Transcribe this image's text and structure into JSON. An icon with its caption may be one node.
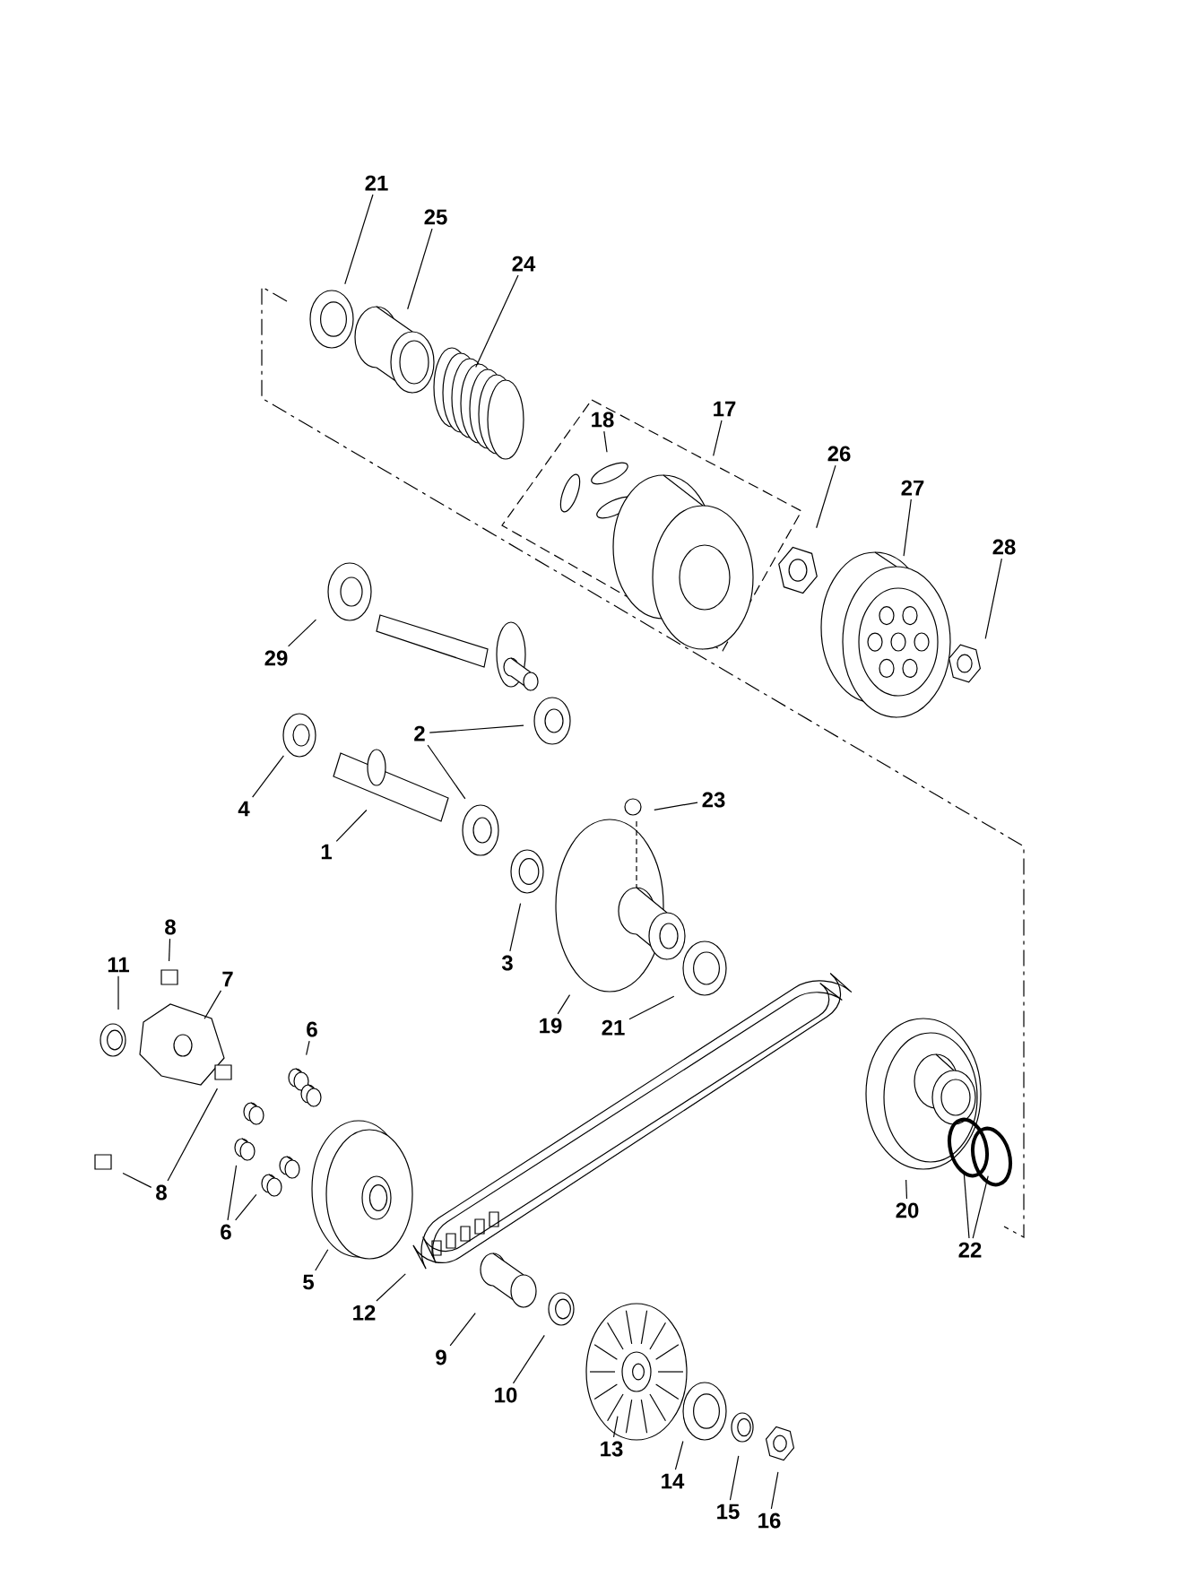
{
  "diagram": {
    "nodes": [
      {
        "text": [
          "21"
        ]
      },
      {
        "text": [
          "25"
        ]
      },
      {
        "text": [
          "24"
        ]
      },
      {
        "text": [
          "18"
        ]
      },
      {
        "text": [
          "17"
        ]
      },
      {
        "text": [
          "26"
        ]
      },
      {
        "text": [
          "27"
        ]
      },
      {
        "text": [
          "28"
        ]
      },
      {
        "text": [
          "29"
        ]
      },
      {
        "text": [
          "2"
        ]
      },
      {
        "text": [
          "4"
        ]
      },
      {
        "text": [
          "1"
        ]
      },
      {
        "text": [
          "23"
        ]
      },
      {
        "text": [
          "3"
        ]
      },
      {
        "text": [
          "19"
        ]
      },
      {
        "text": [
          "21"
        ]
      },
      {
        "text": [
          "8"
        ]
      },
      {
        "text": [
          "11"
        ]
      },
      {
        "text": [
          "7"
        ]
      },
      {
        "text": [
          "6"
        ]
      },
      {
        "text": [
          "8"
        ]
      },
      {
        "text": [
          "6"
        ]
      },
      {
        "text": [
          "5"
        ]
      },
      {
        "text": [
          "12"
        ]
      },
      {
        "text": [
          "9"
        ]
      },
      {
        "text": [
          "10"
        ]
      },
      {
        "text": [
          "13"
        ]
      },
      {
        "text": [
          "14"
        ]
      },
      {
        "text": [
          "15"
        ]
      },
      {
        "text": [
          "16"
        ]
      },
      {
        "text": [
          "20"
        ]
      },
      {
        "text": [
          "22"
        ]
      }
    ],
    "edges": [
      {
        "from": 0,
        "to": null,
        "arrow": "none"
      },
      {
        "from": 1,
        "to": null,
        "arrow": "none"
      },
      {
        "from": 2,
        "to": null,
        "arrow": "none"
      },
      {
        "from": 3,
        "to": null,
        "arrow": "none"
      },
      {
        "from": 4,
        "to": null,
        "arrow": "none"
      },
      {
        "from": 5,
        "to": null,
        "arrow": "none"
      },
      {
        "from": 6,
        "to": null,
        "arrow": "none"
      },
      {
        "from": 7,
        "to": null,
        "arrow": "none"
      },
      {
        "from": 8,
        "to": null,
        "arrow": "none"
      },
      {
        "from": 9,
        "to": null,
        "arrow": "none"
      },
      {
        "from": 9,
        "to": null,
        "arrow": "none"
      },
      {
        "from": 10,
        "to": null,
        "arrow": "none"
      },
      {
        "from": 11,
        "to": null,
        "arrow": "none"
      },
      {
        "from": 12,
        "to": null,
        "arrow": "none"
      },
      {
        "from": 13,
        "to": null,
        "arrow": "none"
      },
      {
        "from": 14,
        "to": null,
        "arrow": "none"
      },
      {
        "from": 15,
        "to": null,
        "arrow": "none"
      },
      {
        "from": 16,
        "to": null,
        "arrow": "none"
      },
      {
        "from": 17,
        "to": null,
        "arrow": "none"
      },
      {
        "from": 18,
        "to": null,
        "arrow": "none"
      },
      {
        "from": 19,
        "to": null,
        "arrow": "none"
      },
      {
        "from": 20,
        "to": null,
        "arrow": "none"
      },
      {
        "from": 20,
        "to": null,
        "arrow": "none"
      },
      {
        "from": 21,
        "to": null,
        "arrow": "none"
      },
      {
        "from": 21,
        "to": null,
        "arrow": "none"
      },
      {
        "from": 22,
        "to": null,
        "arrow": "none"
      },
      {
        "from": 23,
        "to": null,
        "arrow": "none"
      },
      {
        "from": 24,
        "to": null,
        "arrow": "none"
      },
      {
        "from": 25,
        "to": null,
        "arrow": "none"
      },
      {
        "from": 26,
        "to": null,
        "arrow": "none"
      },
      {
        "from": 27,
        "to": null,
        "arrow": "none"
      },
      {
        "from": 28,
        "to": null,
        "arrow": "none"
      },
      {
        "from": 29,
        "to": null,
        "arrow": "none"
      },
      {
        "from": 30,
        "to": null,
        "arrow": "none"
      },
      {
        "from": 31,
        "to": null,
        "arrow": "none"
      },
      {
        "from": 31,
        "to": null,
        "arrow": "none"
      }
    ]
  }
}
